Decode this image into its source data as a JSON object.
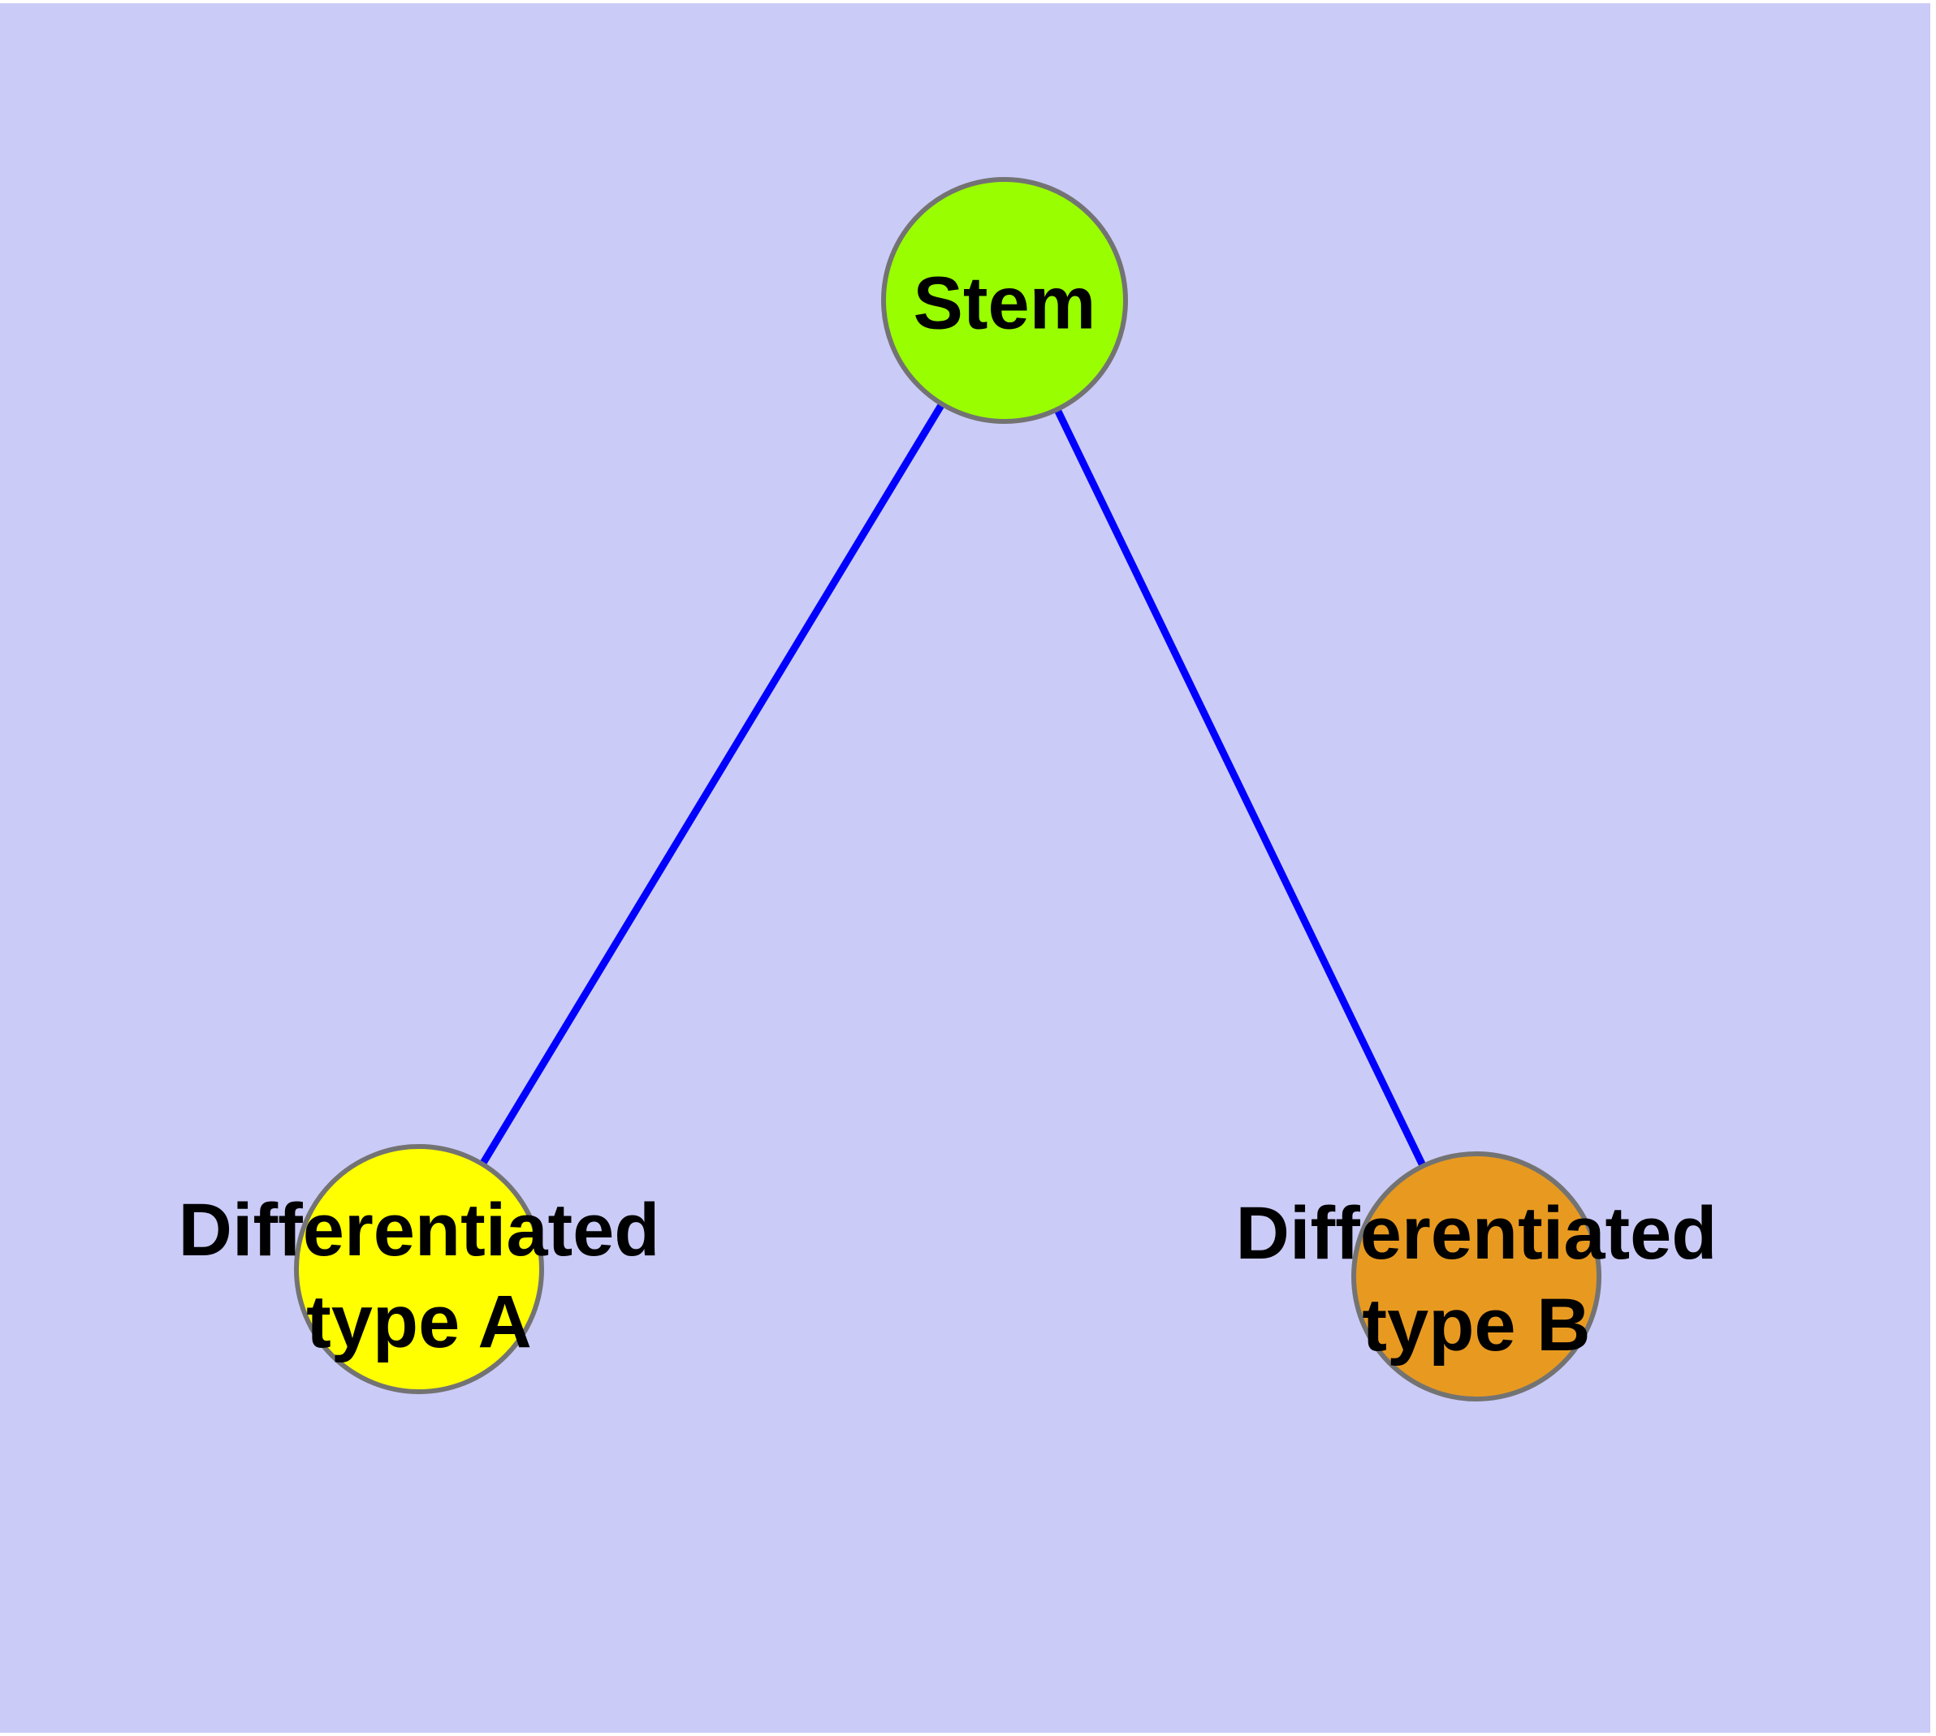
{
  "diagram": {
    "type": "node-link-graph",
    "background_color": "#CBCBF8",
    "page_color": "#FFFFFF",
    "edge_color": "#0000FF",
    "node_border_color": "#737373",
    "label_color": "#000000",
    "nodes": [
      {
        "id": "stem",
        "label": "Stem",
        "fill": "#99FF00"
      },
      {
        "id": "differentiated-type-a",
        "label": "Differentiated\ntype A",
        "fill": "#FFFF00"
      },
      {
        "id": "differentiated-type-b",
        "label": "Differentiated\ntype B",
        "fill": "#E89A20"
      }
    ],
    "edges": [
      {
        "from": "stem",
        "to": "differentiated-type-a"
      },
      {
        "from": "stem",
        "to": "differentiated-type-b"
      }
    ]
  }
}
